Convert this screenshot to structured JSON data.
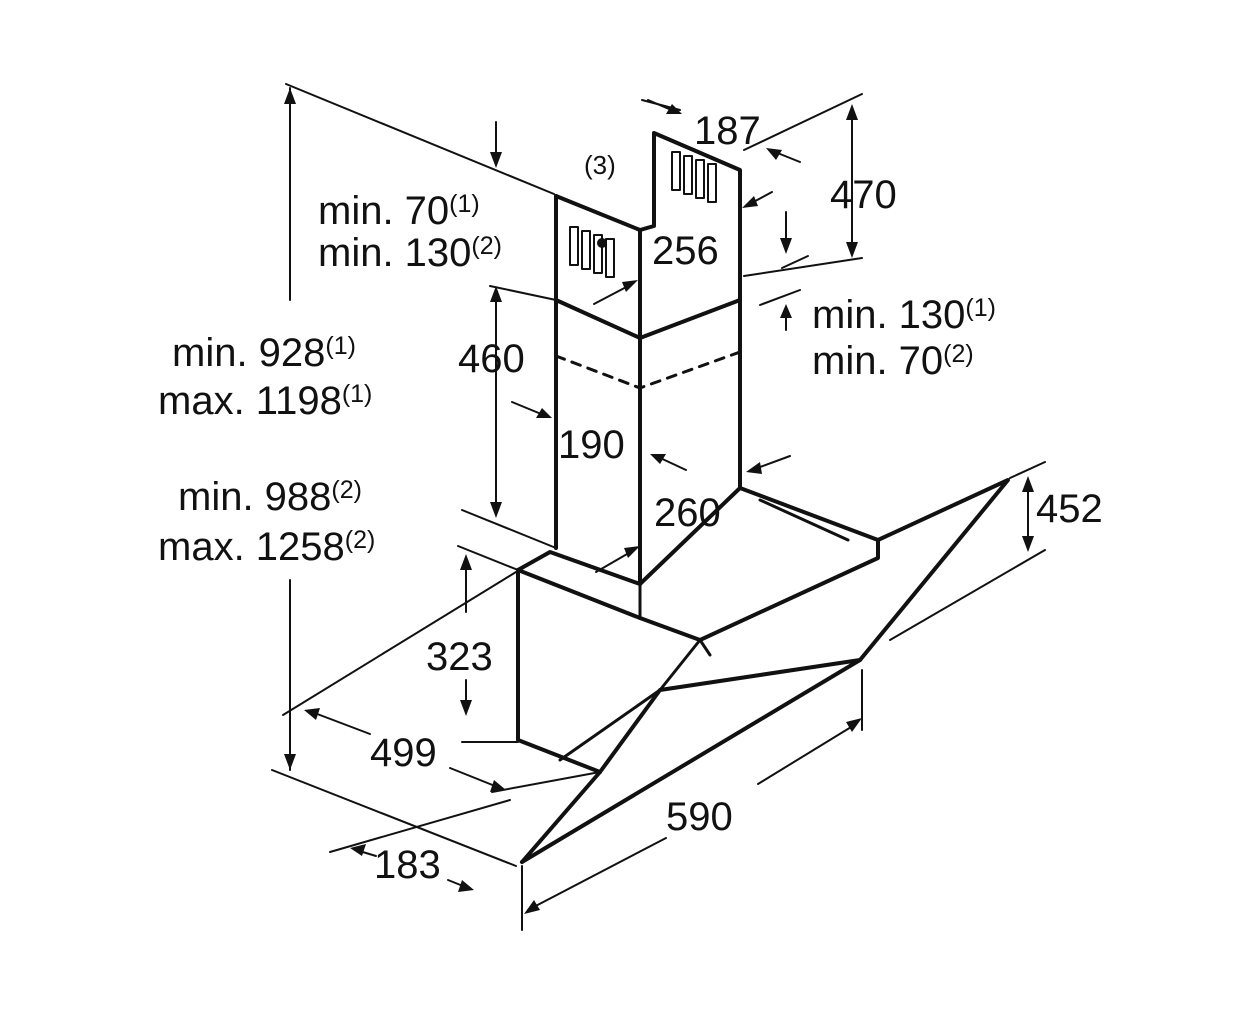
{
  "dims": {
    "d187": "187",
    "d470": "470",
    "d3": "(3)",
    "d256": "256",
    "d460": "460",
    "d190": "190",
    "d260": "260",
    "d452": "452",
    "d323": "323",
    "d499": "499",
    "d590": "590",
    "d183": "183"
  },
  "notes": {
    "left_top": {
      "l1": "min. 70",
      "l1_sup": "(1)",
      "l2": "min. 130",
      "l2_sup": "(2)"
    },
    "right_top": {
      "l1": "min. 130",
      "l1_sup": "(1)",
      "l2": "min. 70",
      "l2_sup": "(2)"
    },
    "left_mid": {
      "l1": "min. 928",
      "l1_sup": "(1)",
      "l2": "max. 1198",
      "l2_sup": "(1)"
    },
    "left_low": {
      "l1": "min. 988",
      "l1_sup": "(2)",
      "l2": "max. 1258",
      "l2_sup": "(2)"
    }
  }
}
